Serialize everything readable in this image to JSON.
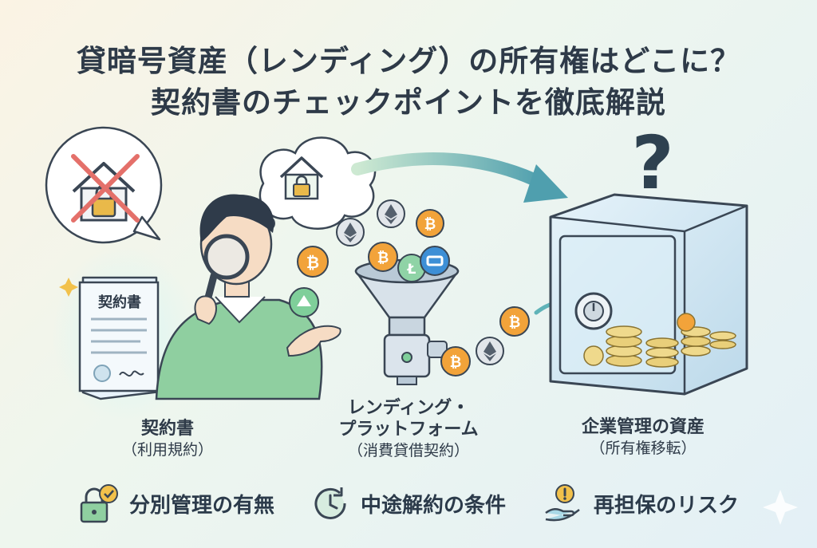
{
  "title": {
    "line1": "貸暗号資産（レンディング）の所有権はどこに？",
    "line2": "契約書のチェックポイントを徹底解説"
  },
  "document": {
    "label": "契約書"
  },
  "captions": {
    "contract": {
      "main": "契約書",
      "sub": "（利用規約）"
    },
    "platform": {
      "main1": "レンディング・",
      "main2": "プラットフォーム",
      "sub": "（消費貸借契約）"
    },
    "asset": {
      "main": "企業管理の資産",
      "sub": "（所有権移転）"
    }
  },
  "checkpoints": [
    {
      "label": "分別管理の有無",
      "icon": "lock-check-icon"
    },
    {
      "label": "中途解約の条件",
      "icon": "clock-refresh-icon"
    },
    {
      "label": "再担保のリスク",
      "icon": "hand-warning-icon"
    }
  ],
  "colors": {
    "title": "#2e3a48",
    "shirt": "#8fcfa0",
    "bitcoin": "#f2a33a",
    "ether": "#d9dde2",
    "safe_glass": "#cfe6f2",
    "arrow": "#5fb3b8"
  }
}
